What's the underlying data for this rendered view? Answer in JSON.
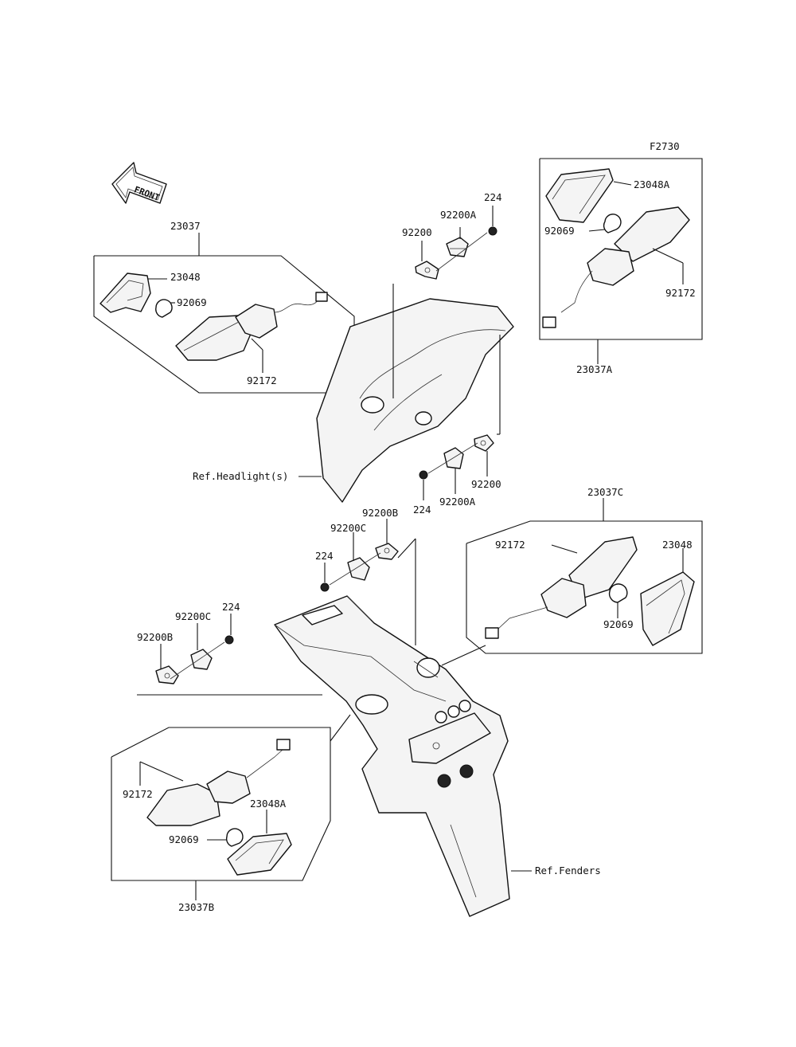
{
  "figure_code": "F2730",
  "front_arrow_label": "FRONT",
  "labels": {
    "a_23037": "23037",
    "a_23048": "23048",
    "a_92069": "92069",
    "a_92172": "92172",
    "b_224": "224",
    "b_92200A": "92200A",
    "b_92200": "92200",
    "c_23048A": "23048A",
    "c_92069": "92069",
    "c_92172": "92172",
    "c_23037A": "23037A",
    "d_ref_headlight": "Ref.Headlight(s)",
    "e_92200": "92200",
    "e_224": "224",
    "e_92200A": "92200A",
    "f_23037C": "23037C",
    "f_92172": "92172",
    "f_23048": "23048",
    "f_92069": "92069",
    "g_92200B": "92200B",
    "g_92200C": "92200C",
    "g_224": "224",
    "h_92200C": "92200C",
    "h_224": "224",
    "h_92200B": "92200B",
    "i_92172": "92172",
    "i_23048A": "23048A",
    "i_92069": "92069",
    "i_23037B": "23037B",
    "j_ref_fenders": "Ref.Fenders"
  }
}
